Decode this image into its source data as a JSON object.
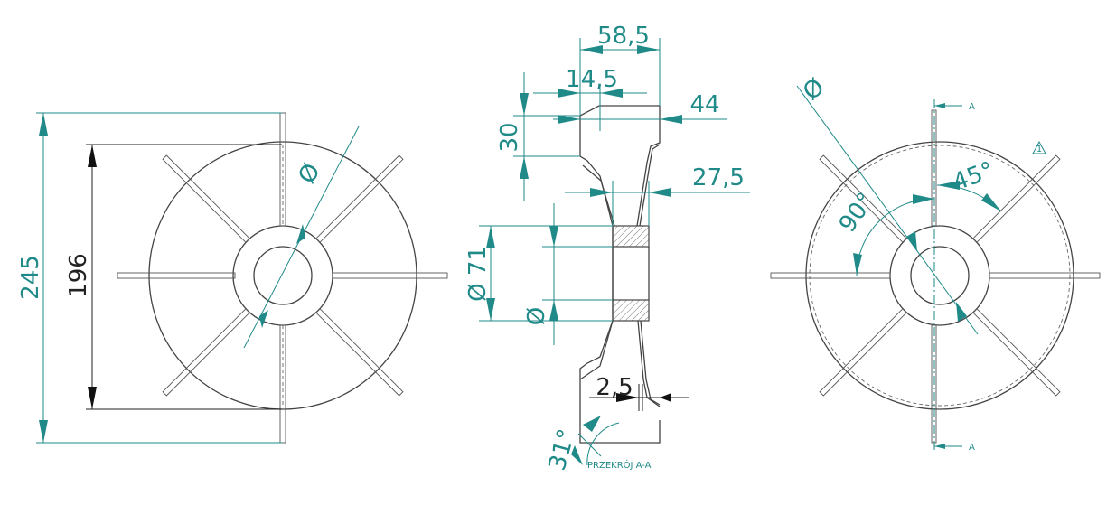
{
  "drawing": {
    "front_view": {
      "dim_overall": "245",
      "dim_ring": "196",
      "diameter_symbol": "Ø"
    },
    "section_view": {
      "dim_width_total": "58,5",
      "dim_offset": "14,5",
      "dim_44": "44",
      "dim_30": "30",
      "dim_27_5": "27,5",
      "dim_hub_outer": "Ø 71",
      "dim_hub_inner": "Ø",
      "dim_thickness": "2,5",
      "angle": "31°",
      "section_label": "PRZEKRÓJ A-A"
    },
    "rear_view": {
      "diameter_symbol": "Ø",
      "angle_45": "45°",
      "angle_90": "90°",
      "section_mark_top": "A",
      "section_mark_bottom": "A",
      "note_triangle": "1"
    }
  },
  "colors": {
    "dimension": "#1f8a88",
    "outline": "#444444"
  }
}
